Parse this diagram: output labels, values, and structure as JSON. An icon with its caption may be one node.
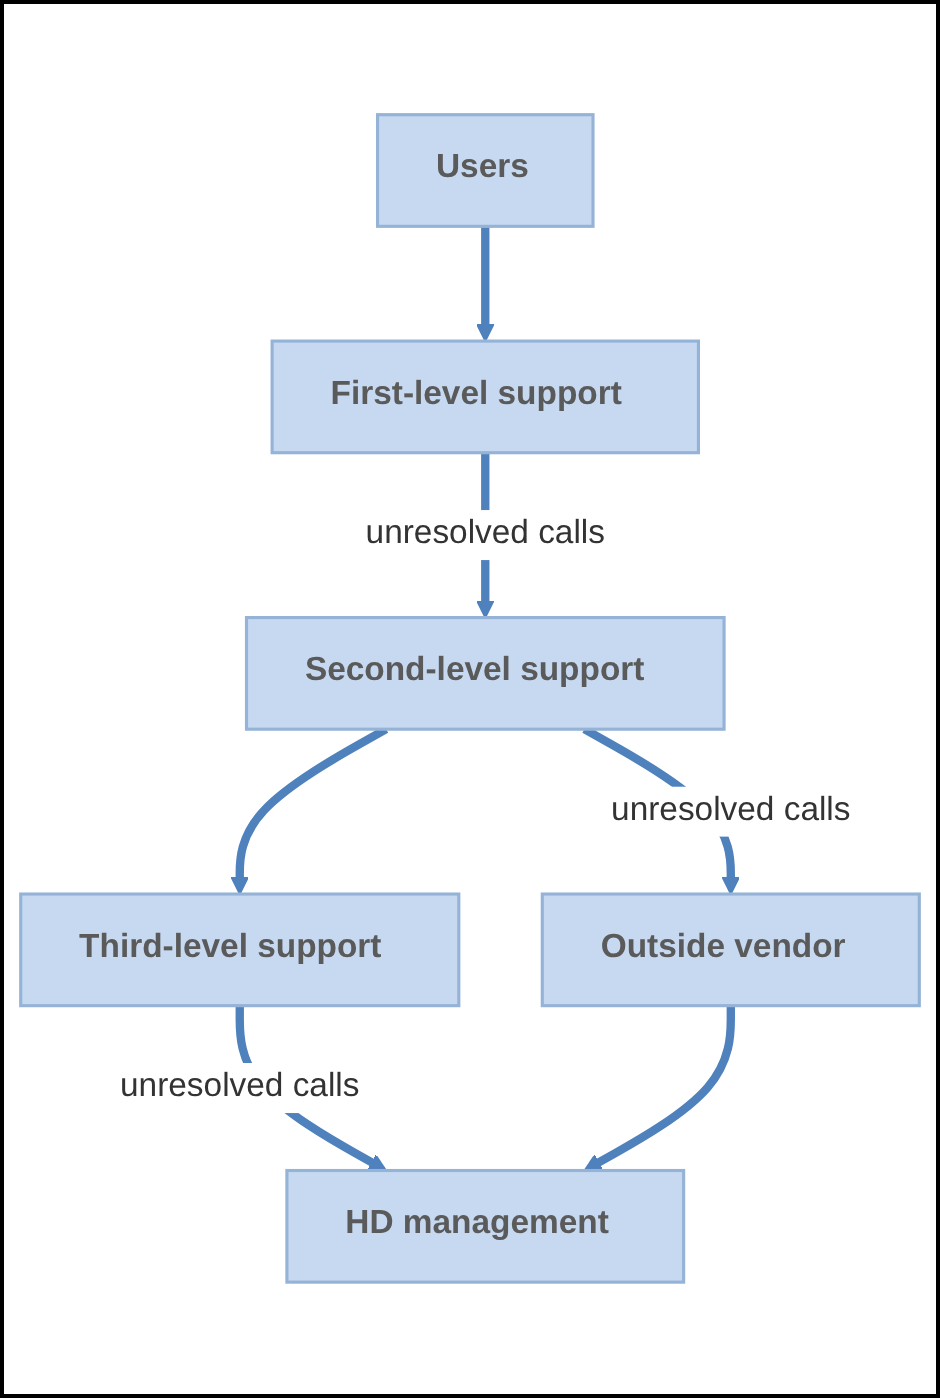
{
  "diagram": {
    "nodes": [
      {
        "text": [
          "Users"
        ]
      },
      {
        "text": [
          "First-level support"
        ]
      },
      {
        "text": [
          "Second-level support"
        ]
      },
      {
        "text": [
          "Third-level support"
        ]
      },
      {
        "text": [
          "Outside vendor"
        ]
      },
      {
        "text": [
          "HD management"
        ]
      }
    ],
    "edges": [
      {
        "from": 0,
        "to": 1,
        "arrow": "to"
      },
      {
        "from": 1,
        "to": 2,
        "arrow": "to",
        "label": "unresolved calls"
      },
      {
        "from": 2,
        "to": 3,
        "arrow": "to"
      },
      {
        "from": 2,
        "to": 4,
        "arrow": "to",
        "label": "unresolved calls"
      },
      {
        "from": 3,
        "to": 5,
        "arrow": "to",
        "label": "unresolved calls"
      },
      {
        "from": 4,
        "to": 5,
        "arrow": "to"
      }
    ]
  }
}
